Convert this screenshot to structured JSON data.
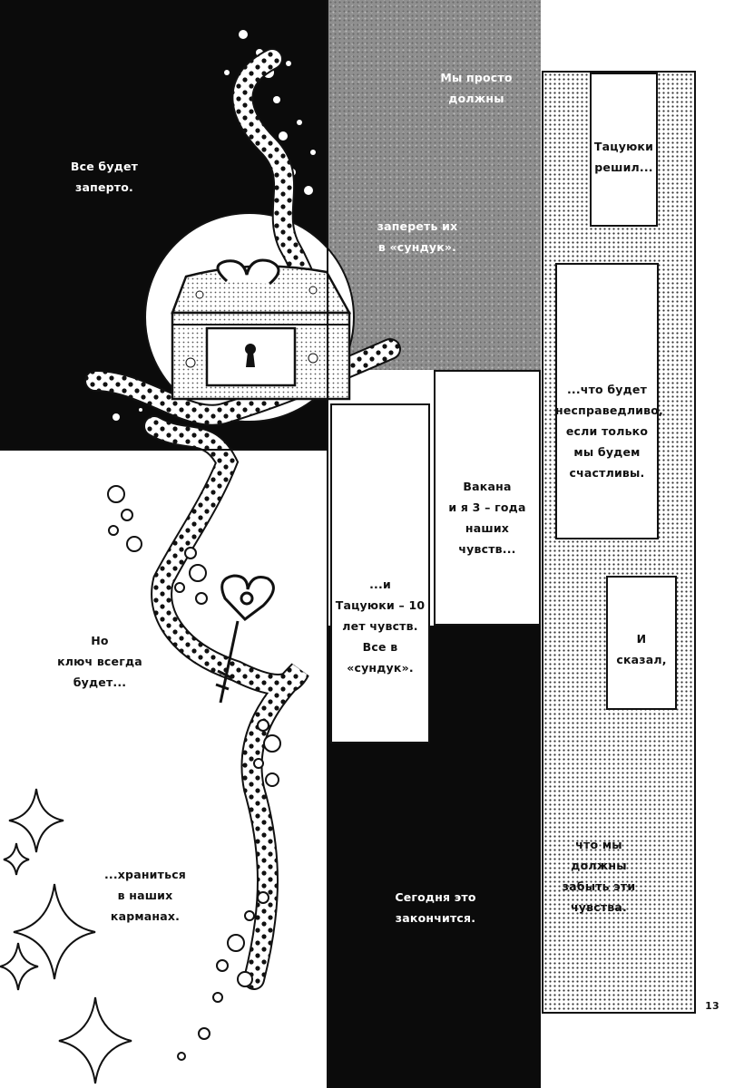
{
  "page_number": "13",
  "colors": {
    "ink": "#111111",
    "paper": "#ffffff",
    "screentone": "#8f8f8f"
  },
  "captions": {
    "everything_locked": "Все будет\nзаперто.",
    "we_just_must": "Мы просто\nдолжны",
    "lock_in_chest": "запереть их\nв «сундук».",
    "tatsuyuki_decided": "Тацуюки\nрешил...",
    "unfair": "...что будет\nнесправедливо,\nесли только\nмы будем\nсчастливы.",
    "wakana_three_years": "Вакана\nи я 3 – года\nнаших\nчувств...",
    "tatsuyuki_ten_years": "...и\nТацуюки – 10\nлет чувств.\nВсе в\n«сундук».",
    "and_said": "И\nсказал,",
    "but_key": "Но\nключ всегда\nбудет...",
    "kept_in_pockets": "...храниться\nв наших\nкарманах.",
    "today_ends": "Сегодня это\nзакончится.",
    "forget_feelings": "что мы\nдолжны\nзабыть эти\nчувства."
  },
  "art": {
    "treasure_chest": "treasure-chest-illustration",
    "key": "heart-key-illustration",
    "ribbon": "polka-dot-ribbon",
    "bubbles": "bubble-circles",
    "sparkles": "four-point-sparkles"
  }
}
